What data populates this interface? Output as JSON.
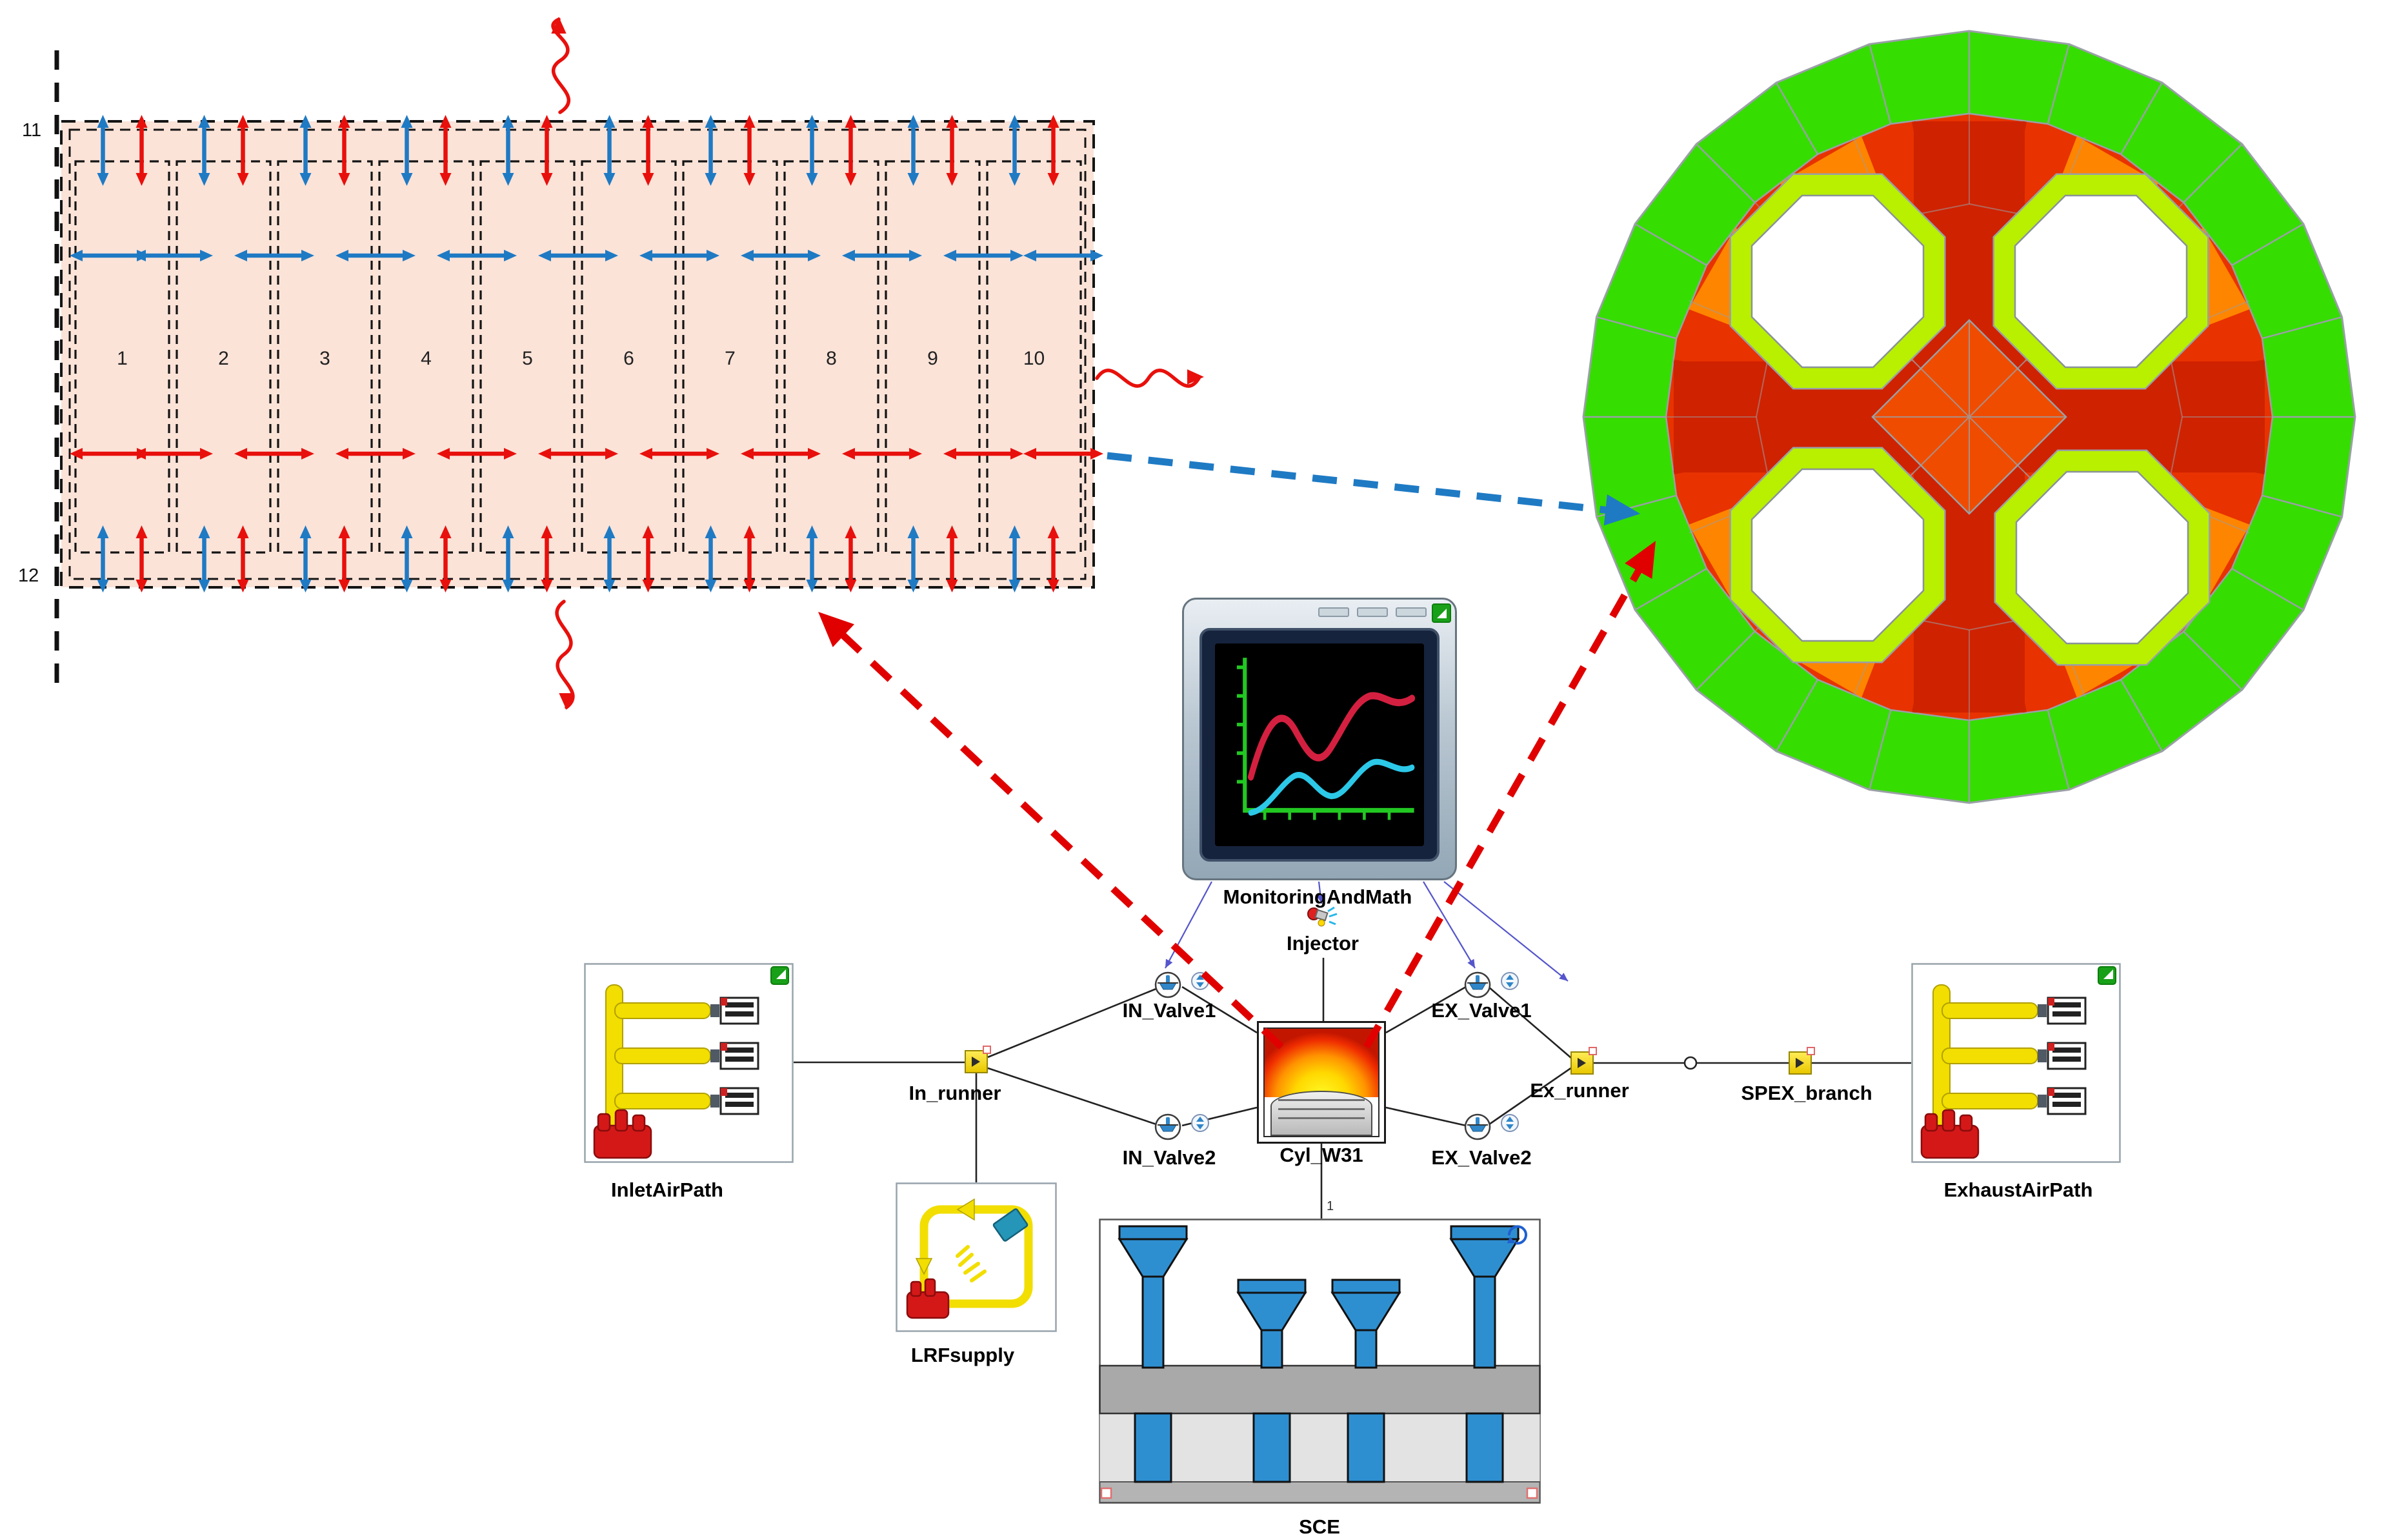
{
  "theme": {
    "hot": "#e8100c",
    "cold": "#1f7ac4",
    "wall": "#fbe3d8",
    "dash": "#141414",
    "mesh_green": "#35dd00",
    "mesh_red": "#e83200",
    "mesh_dark_red": "#cf2200",
    "mesh_orange": "#ff8a00",
    "hole_rim": "#b8f000",
    "mesh_line": "#9aa0a6",
    "plot_red": "#d42040",
    "plot_cyan": "#2cc8e8",
    "plot_green": "#22c822",
    "icon_yellow": "#f2de00",
    "valve_blue": "#2f86c8",
    "link_blue": "#5555cc",
    "line_black": "#222222",
    "dashed_red": "#e00000",
    "dashed_blue": "#1f7ac4"
  },
  "schematic": {
    "zones": [
      "1",
      "2",
      "3",
      "4",
      "5",
      "6",
      "7",
      "8",
      "9",
      "10"
    ],
    "boundary_top": "11",
    "boundary_bottom": "12"
  },
  "model": {
    "labels": {
      "monitoring": "MonitoringAndMath",
      "injector": "Injector",
      "in_valve1": "IN_Valve1",
      "in_valve2": "IN_Valve2",
      "ex_valve1": "EX_Valve1",
      "ex_valve2": "EX_Valve2",
      "cylinder": "Cyl_W31",
      "in_runner": "In_runner",
      "ex_runner": "Ex_runner",
      "spex_branch": "SPEX_branch",
      "inlet_air_path": "InletAirPath",
      "exhaust_air_path": "ExhaustAirPath",
      "lrf_supply": "LRFsupply",
      "sce": "SCE"
    },
    "port_labels": {
      "sce_top": "1"
    }
  }
}
